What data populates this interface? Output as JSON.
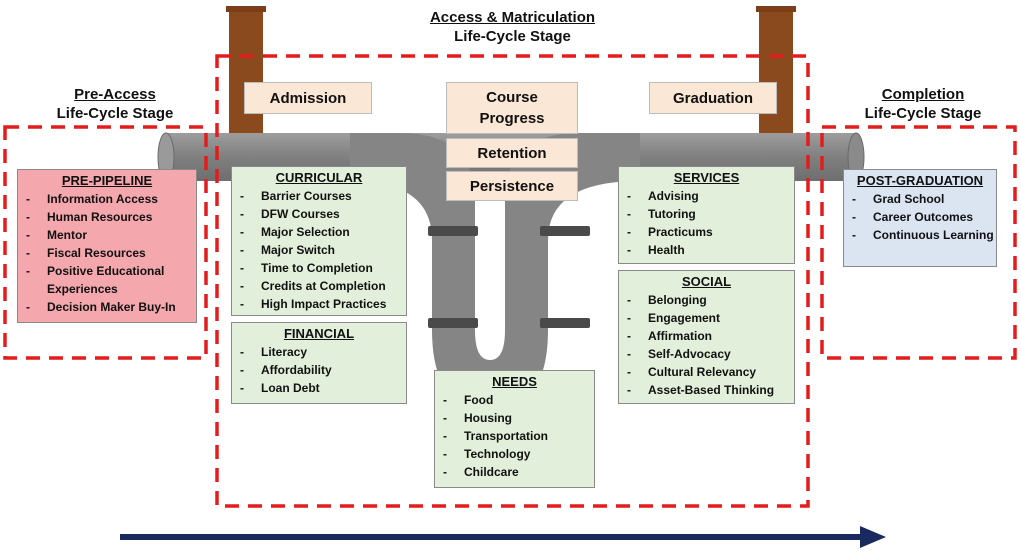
{
  "stages": {
    "access": {
      "title": "Access & Matriculation",
      "subtitle": "Life-Cycle Stage"
    },
    "pre_access": {
      "title": "Pre-Access",
      "subtitle": "Life-Cycle Stage"
    },
    "completion": {
      "title": "Completion",
      "subtitle": "Life-Cycle Stage"
    }
  },
  "milestones": {
    "admission": "Admission",
    "course_progress": "Course Progress",
    "retention": "Retention",
    "persistence": "Persistence",
    "graduation": "Graduation"
  },
  "boxes": {
    "pre_pipeline": {
      "title": "PRE-PIPELINE",
      "items": [
        "Information Access",
        "Human Resources",
        "Mentor",
        "Fiscal Resources",
        "Positive Educational Experiences",
        "Decision Maker Buy-In"
      ]
    },
    "curricular": {
      "title": "CURRICULAR",
      "items": [
        "Barrier Courses",
        "DFW Courses",
        "Major Selection",
        "Major Switch",
        "Time to Completion",
        "Credits at Completion",
        "High Impact Practices"
      ]
    },
    "financial": {
      "title": "FINANCIAL",
      "items": [
        "Literacy",
        "Affordability",
        "Loan Debt"
      ]
    },
    "needs": {
      "title": "NEEDS",
      "items": [
        "Food",
        "Housing",
        "Transportation",
        "Technology",
        "Childcare"
      ]
    },
    "services": {
      "title": "SERVICES",
      "items": [
        "Advising",
        "Tutoring",
        "Practicums",
        "Health"
      ]
    },
    "social": {
      "title": "SOCIAL",
      "items": [
        "Belonging",
        "Engagement",
        "Affirmation",
        "Self-Advocacy",
        "Cultural Relevancy",
        "Asset-Based Thinking"
      ]
    },
    "post_graduation": {
      "title": "POST-GRADUATION",
      "items": [
        "Grad School",
        "Career Outcomes",
        "Continuous Learning"
      ]
    }
  },
  "colors": {
    "dashed_border": "#e31c1c",
    "pipe": "#8c8c8c",
    "post": "#8b4a1e",
    "arrow": "#1b2a5e",
    "green_box": "#e2efda",
    "pink_box": "#f4a7ad",
    "blue_box": "#dbe5f1",
    "label_box": "#fbe7d6"
  }
}
